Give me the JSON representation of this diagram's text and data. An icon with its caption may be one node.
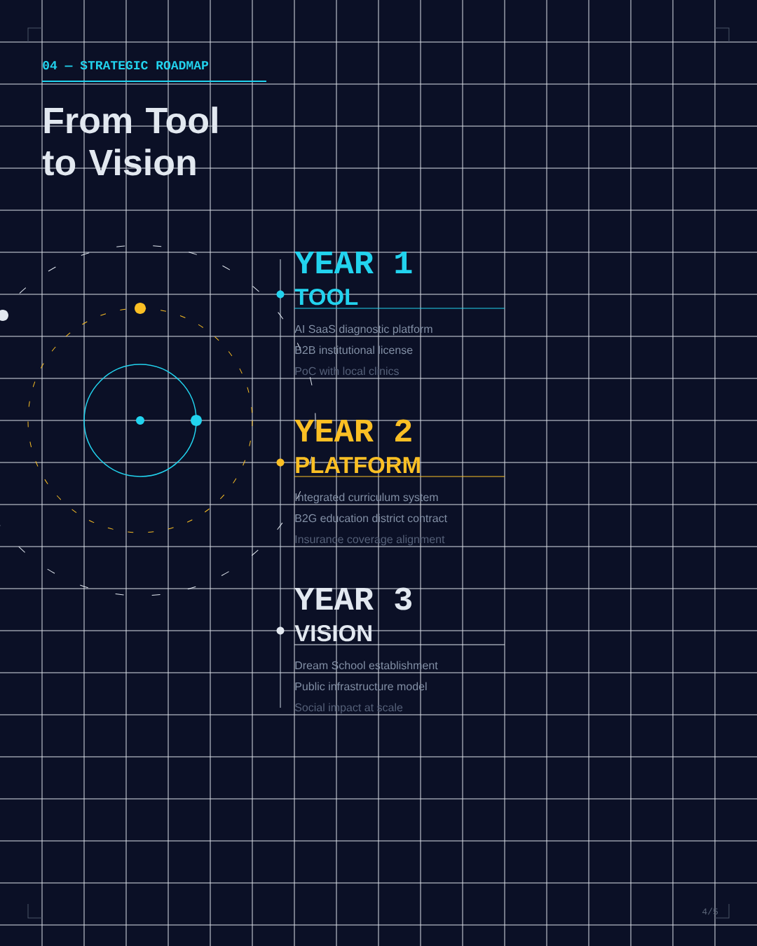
{
  "diagram": {
    "title": "From Tool to Vision",
    "nodes": [
      {
        "text": [
          "YEAR 1",
          "TOOL",
          "AI SaaS diagnostic platform",
          "B2B institutional license",
          "PoC with local clinics"
        ]
      },
      {
        "text": [
          "YEAR 2",
          "PLATFORM",
          "Integrated curriculum system",
          "B2G education district contract",
          "Insurance coverage alignment"
        ]
      },
      {
        "text": [
          "YEAR 3",
          "VISION",
          "Dream School establishment",
          "Public infrastructure model",
          "Social impact at scale"
        ]
      }
    ],
    "labels": [
      "04 — STRATEGIC ROADMAP",
      "4/5"
    ]
  }
}
